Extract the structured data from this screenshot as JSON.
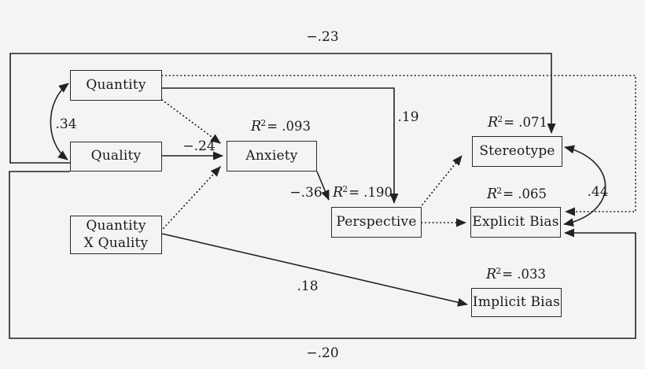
{
  "figure": {
    "type": "path-model-diagram",
    "background_color": "#f4f4f5",
    "ink_color": "#222222"
  },
  "r2": {
    "sym": "R",
    "sup": "2"
  },
  "boxes": {
    "quantity": {
      "label": "Quantity"
    },
    "quality": {
      "label": "Quality"
    },
    "quantity_x_quality": {
      "line1": "Quantity",
      "line2": "X Quality"
    },
    "anxiety": {
      "label": "Anxiety",
      "r2": "= .093"
    },
    "perspective": {
      "label": "Perspective",
      "r2": "= .190"
    },
    "stereotype": {
      "label": "Stereotype",
      "r2": "= .071"
    },
    "explicit_bias": {
      "label": "Explicit Bias",
      "r2": "= .065"
    },
    "implicit_bias": {
      "label": "Implicit Bias",
      "r2": "= .033"
    }
  },
  "edge_labels": {
    "quantity_quality_cov": ".34",
    "quality_anxiety": "−.24",
    "quality_stereotype": "−.23",
    "quality_explicit_bias": "−.20",
    "quantity_perspective": ".19",
    "anxiety_perspective": "−.36",
    "qxq_implicit_bias": ".18",
    "stereotype_explicit_cov": ".44"
  },
  "edges": [
    {
      "from": "quantity",
      "to": "quality",
      "kind": "covariance",
      "style": "solid",
      "label": ".34"
    },
    {
      "from": "quantity",
      "to": "anxiety",
      "kind": "path",
      "style": "dotted",
      "label": ""
    },
    {
      "from": "quality",
      "to": "anxiety",
      "kind": "path",
      "style": "solid",
      "label": "−.24"
    },
    {
      "from": "quantity_x_quality",
      "to": "anxiety",
      "kind": "path",
      "style": "dotted",
      "label": ""
    },
    {
      "from": "quantity",
      "to": "perspective",
      "kind": "path",
      "style": "solid",
      "label": ".19"
    },
    {
      "from": "anxiety",
      "to": "perspective",
      "kind": "path",
      "style": "solid",
      "label": "−.36"
    },
    {
      "from": "quality",
      "to": "stereotype",
      "kind": "path",
      "style": "solid",
      "label": "−.23"
    },
    {
      "from": "perspective",
      "to": "stereotype",
      "kind": "path",
      "style": "dotted",
      "label": ""
    },
    {
      "from": "perspective",
      "to": "explicit_bias",
      "kind": "path",
      "style": "dotted",
      "label": ""
    },
    {
      "from": "quantity",
      "to": "explicit_bias",
      "kind": "path",
      "style": "dotted",
      "label": ""
    },
    {
      "from": "quality",
      "to": "explicit_bias",
      "kind": "path",
      "style": "solid",
      "label": "−.20"
    },
    {
      "from": "stereotype",
      "to": "explicit_bias",
      "kind": "covariance",
      "style": "solid",
      "label": ".44"
    },
    {
      "from": "quantity_x_quality",
      "to": "implicit_bias",
      "kind": "path",
      "style": "solid",
      "label": ".18"
    }
  ]
}
